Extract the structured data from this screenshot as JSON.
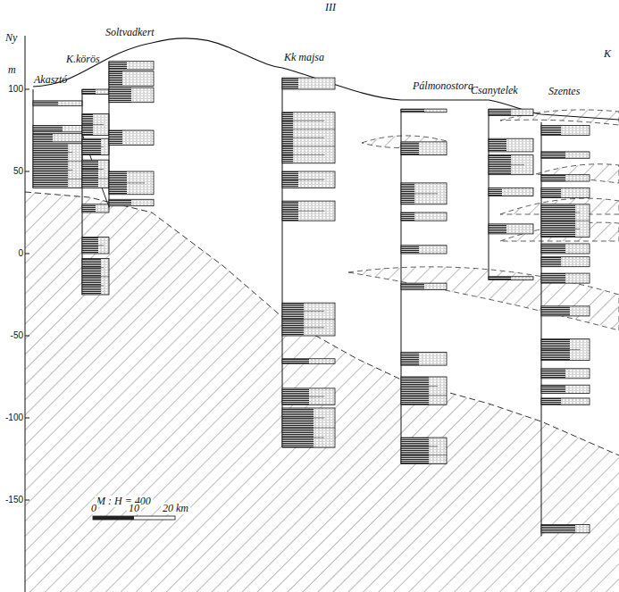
{
  "diagram": {
    "labels": [
      "Ny",
      "m",
      "III",
      "K",
      "Akasztó",
      "K.körös",
      "Soltvadkert",
      "Kk majsa",
      "Pálmonostora",
      "Csanytelek",
      "Szentes",
      "100",
      "50",
      "0",
      "-50",
      "-100",
      "-150",
      "M : H = 400",
      "0",
      "10",
      "20 km"
    ]
  }
}
